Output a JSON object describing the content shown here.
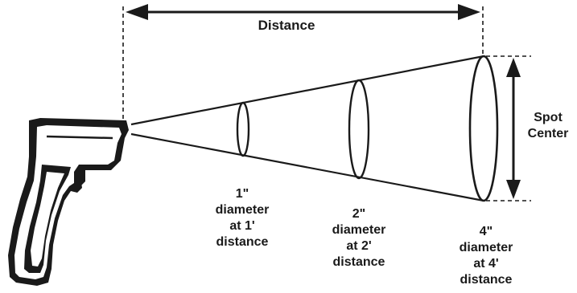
{
  "diagram": {
    "distance_label": "Distance",
    "spot_label_lines": [
      "Spot",
      "Center"
    ],
    "spot_labels": [
      {
        "lines": [
          "1\"",
          "diameter",
          "at 1'",
          "distance"
        ]
      },
      {
        "lines": [
          "2\"",
          "diameter",
          "at 2'",
          "distance"
        ]
      },
      {
        "lines": [
          "4\"",
          "diameter",
          "at 4'",
          "distance"
        ]
      }
    ],
    "colors": {
      "stroke": "#1a1a1a",
      "gun_body": "#1a1a1a",
      "gun_highlight": "#ffffff",
      "background": "#ffffff"
    }
  }
}
